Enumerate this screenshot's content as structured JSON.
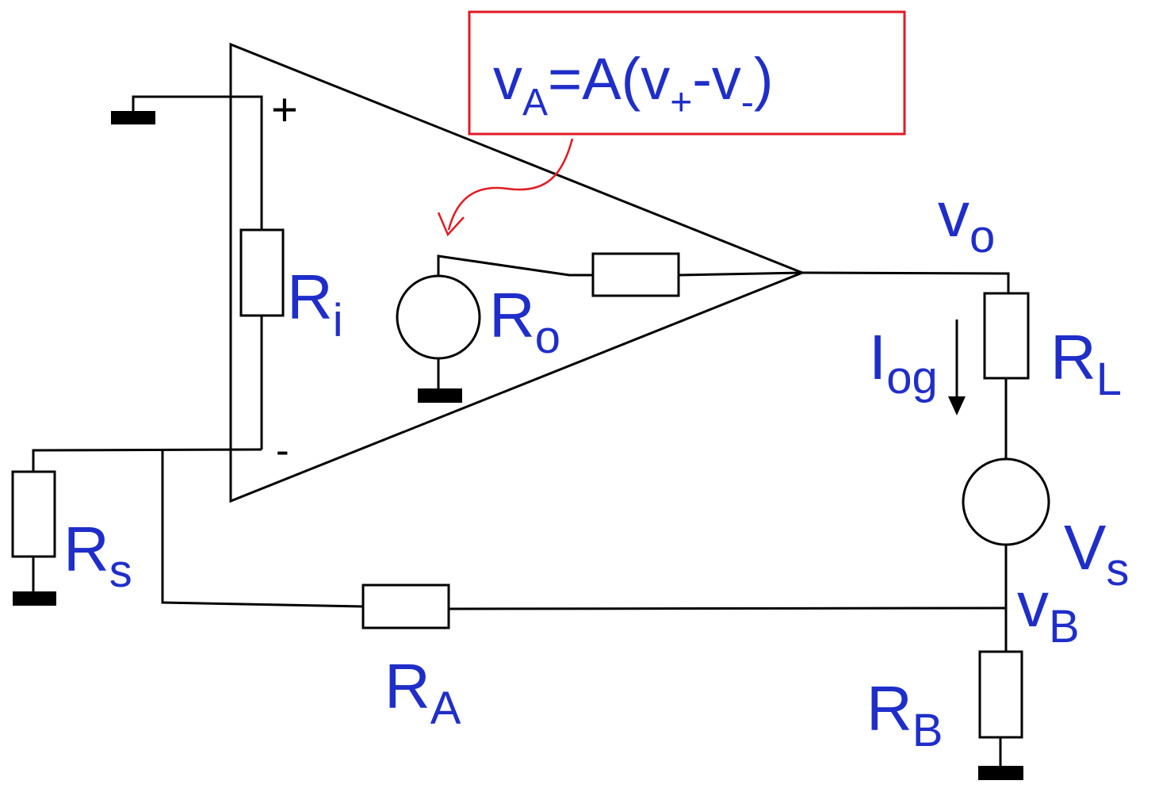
{
  "colors": {
    "wire": "#000000",
    "label": "#1f2ec9",
    "annotation": "#e01b24"
  },
  "formula": {
    "v": "v",
    "A_sub": "A",
    "eq_open": "=A(v",
    "plus_sub": "+",
    "minus_v": "-v",
    "minus_sub": "-",
    "close": ")"
  },
  "signs": {
    "plus": "+",
    "minus": "-"
  },
  "labels": {
    "Ri": {
      "main": "R",
      "sub": "i"
    },
    "Ro": {
      "main": "R",
      "sub": "o"
    },
    "Rs": {
      "main": "R",
      "sub": "s"
    },
    "RA": {
      "main": "R",
      "sub": "A"
    },
    "RL": {
      "main": "R",
      "sub": "L"
    },
    "RB": {
      "main": "R",
      "sub": "B"
    },
    "Vs": {
      "main": "V",
      "sub": "s"
    },
    "vo": {
      "main": "v",
      "sub": "o"
    },
    "vB": {
      "main": "v",
      "sub": "B"
    },
    "Iog": {
      "main": "I",
      "sub": "og"
    }
  },
  "icons": {
    "ground": "ground-symbol-icon",
    "arrow": "current-arrow-icon"
  }
}
